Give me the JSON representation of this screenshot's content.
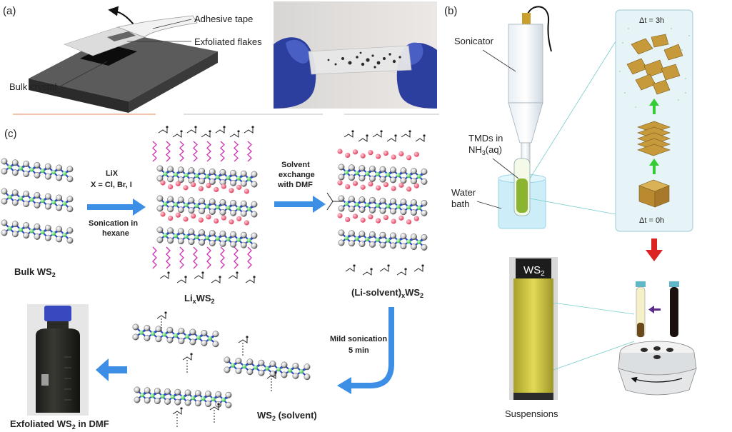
{
  "panels": {
    "a": {
      "label": "(a)",
      "annotations": {
        "tape": "Adhesive tape",
        "flakes": "Exfoliated flakes",
        "bulk": "Bulk crystal"
      }
    },
    "b": {
      "label": "(b)",
      "annotations": {
        "sonicator": "Sonicator",
        "tmds_line1": "TMDs in",
        "tmds_line2": "NH",
        "tmds_sub": "3",
        "tmds_tail": "(aq)",
        "water_line1": "Water",
        "water_line2": "bath",
        "dt_top": "Δt = 3h",
        "dt_bottom": "Δt = 0h",
        "vial_label": "WS",
        "vial_sub": "2",
        "suspensions": "Suspensions"
      }
    },
    "c": {
      "label": "(c)",
      "bulk_label": "Bulk WS",
      "bulk_sub": "2",
      "step1": {
        "line1": "LiX",
        "line2": "X = Cl, Br, I",
        "line3": "Sonication in",
        "line4": "hexane"
      },
      "lix_label_a": "Li",
      "lix_label_x": "x",
      "lix_label_b": "WS",
      "lix_label_sub": "2",
      "step2": {
        "line1": "Solvent",
        "line2": "exchange",
        "line3": "with DMF"
      },
      "lisolvent_a": "(Li-solvent)",
      "lisolvent_x": "x",
      "lisolvent_b": "WS",
      "lisolvent_sub": "2",
      "step3": {
        "line1": "Mild sonication",
        "line2": "5 min"
      },
      "ws2solvent_a": "WS",
      "ws2solvent_sub": "2",
      "ws2solvent_b": " (solvent)",
      "exfoliated_a": "Exfoliated WS",
      "exfoliated_sub": "2",
      "exfoliated_b": " in DMF"
    }
  },
  "colors": {
    "arrow_blue": "#3d8fe6",
    "red_arrow": "#dd2222",
    "green_arrow": "#33cc33",
    "sulfur_ball": "#e8e8e8",
    "tungsten": "#6cd96c",
    "bond_blue": "#2a4bd0",
    "li_pink": "#f06a86",
    "alkyl_magenta": "#cc2fb6",
    "flake_gold": "#c69a3b",
    "suspension_yellow": "#c9c23a",
    "bath_blue": "#cdeef8",
    "inset_bg": "#e6f4f8",
    "tape_glove_blue": "#3c52b5"
  }
}
